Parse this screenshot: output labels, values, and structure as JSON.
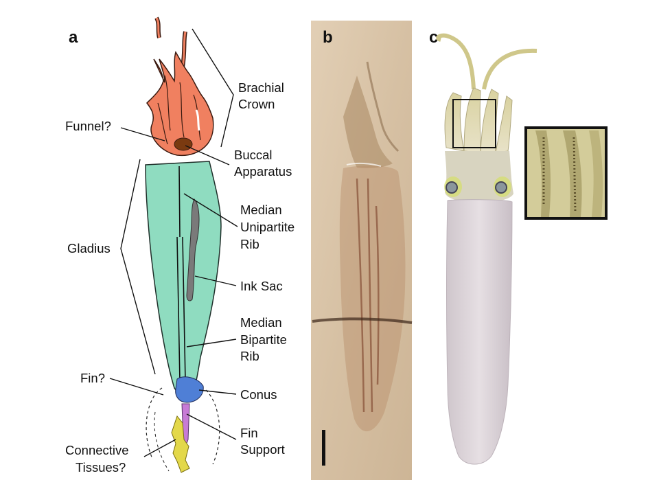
{
  "panels": {
    "a": "a",
    "b": "b",
    "c": "c"
  },
  "labels": {
    "brachial_crown": [
      "Brachial",
      "Crown"
    ],
    "funnel": [
      "Funnel?"
    ],
    "buccal_apparatus": [
      "Buccal",
      "Apparatus"
    ],
    "median_unipartite_rib": [
      "Median",
      "Unipartite",
      "Rib"
    ],
    "gladius": [
      "Gladius"
    ],
    "ink_sac": [
      "Ink Sac"
    ],
    "median_bipartite_rib": [
      "Median",
      "Bipartite",
      "Rib"
    ],
    "fin": [
      "Fin?"
    ],
    "conus": [
      "Conus"
    ],
    "fin_support": [
      "Fin",
      "Support"
    ],
    "connective_tissues": [
      "Connective",
      "Tissues?"
    ]
  },
  "colors": {
    "brachial_crown": "#f08060",
    "gladius": "#8fdcc0",
    "buccal_apparatus": "#7a3a10",
    "ink_sac": "#7a7a7a",
    "conus": "#4f7fd6",
    "fin_support": "#c77bd6",
    "connective_tissues": "#e3d84a",
    "fossil_slab": "#d8c4a8",
    "squid_body": "#ddd5d8"
  }
}
